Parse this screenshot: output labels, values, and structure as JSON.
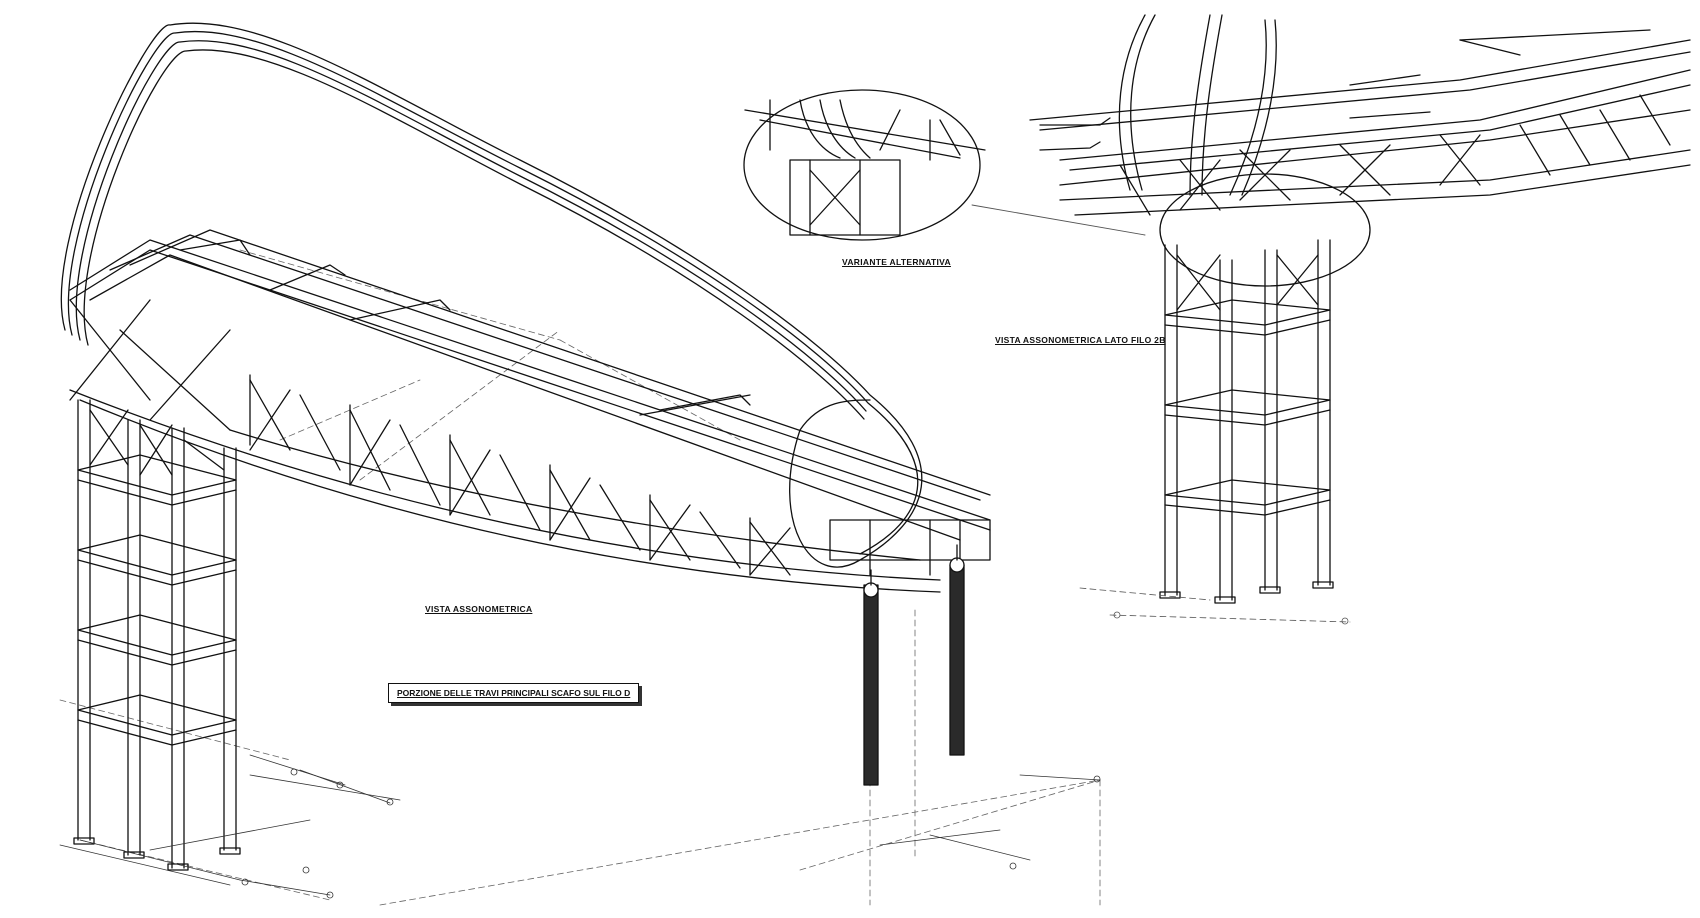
{
  "labels": {
    "main_view": "VISTA ASSONOMETRICA",
    "main_caption": "PORZIONE DELLE TRAVI PRINCIPALI SCAFO SUL FILO D",
    "detail_variant": "VARIANTE ALTERNATIVA",
    "side_view": "VISTA ASSONOMETRICA LATO FILO 2B"
  },
  "colors": {
    "line": "#111111",
    "dash": "#555555",
    "post_fill": "#2a2a2a"
  }
}
